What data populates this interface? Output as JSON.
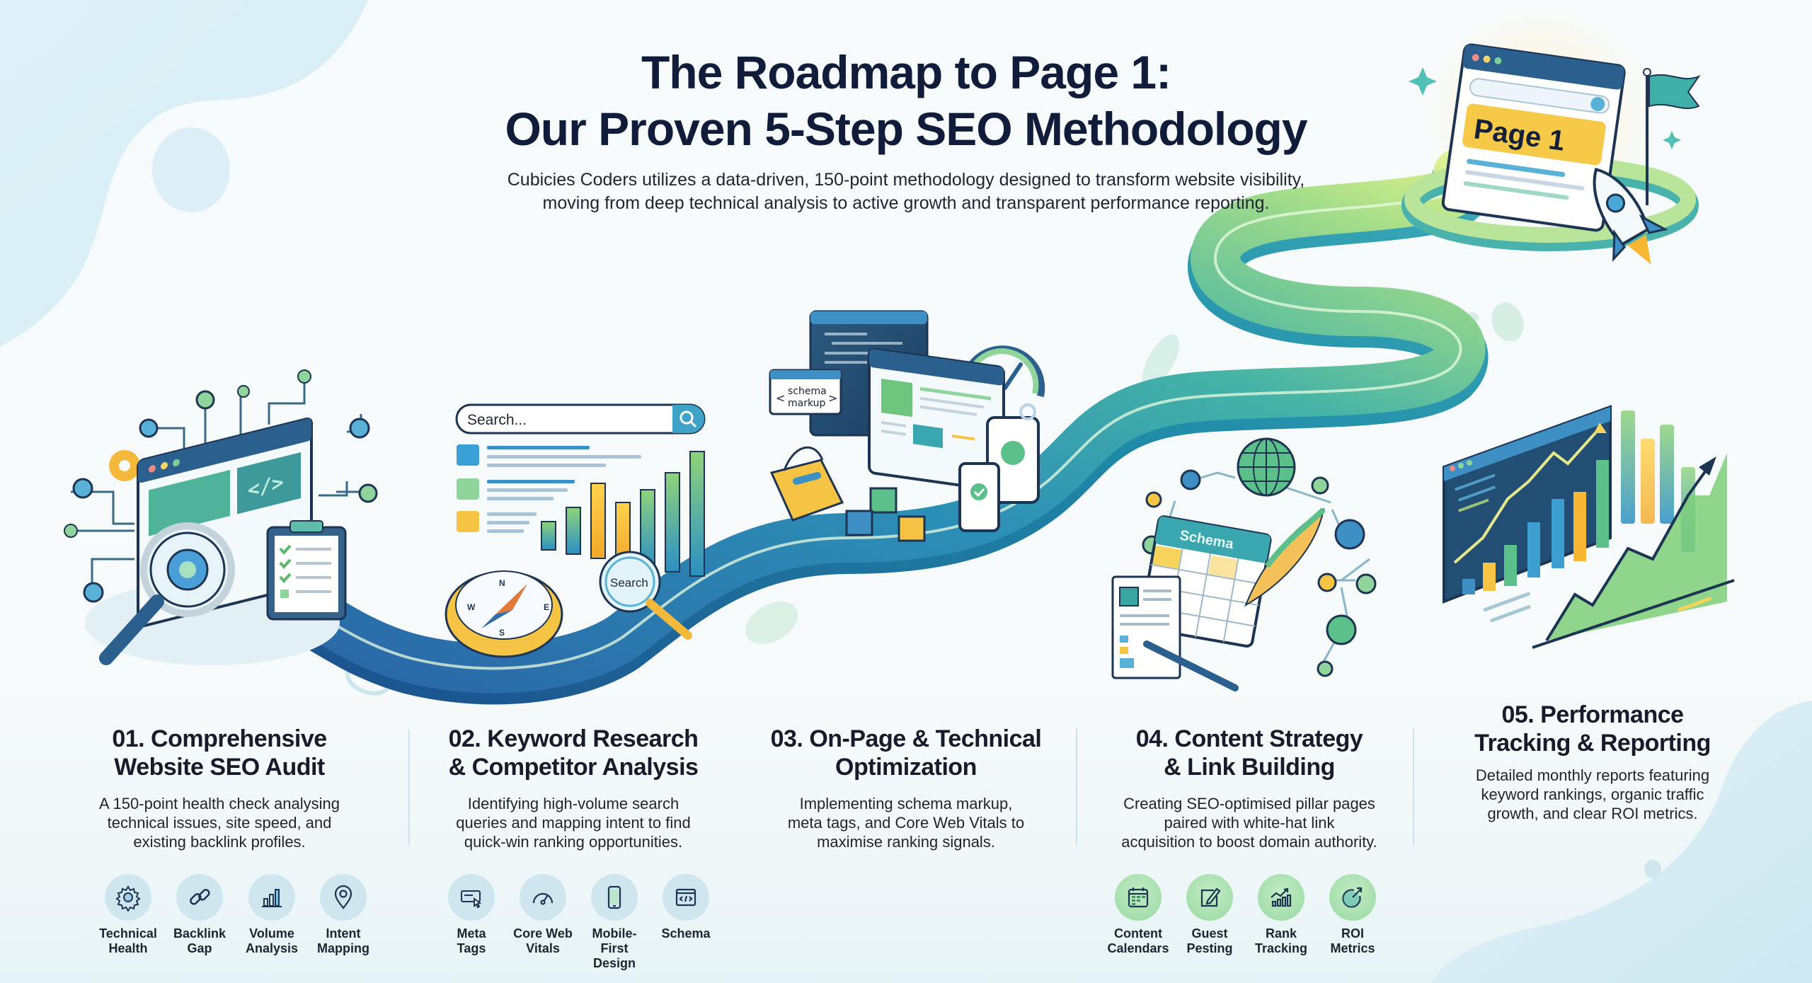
{
  "header": {
    "title_line1": "The Roadmap to Page 1:",
    "title_line2": "Our Proven 5-Step SEO Methodology",
    "subtitle_line1": "Cubicies Coders utilizes a data-driven, 150-point methodology designed to transform website visibility,",
    "subtitle_line2": "moving from deep technical analysis to active growth and transparent performance reporting."
  },
  "illustrations": {
    "search_bar_placeholder": "Search...",
    "magnifier_label": "Search",
    "schema_card_line1": "schema",
    "schema_card_line2": "markup",
    "calendar_label": "Schema",
    "page1_badge": "Page 1",
    "compass_letters": [
      "N",
      "E",
      "S",
      "W"
    ]
  },
  "steps": [
    {
      "number": "01.",
      "title_line1": "01. Comprehensive",
      "title_line2": "Website SEO Audit",
      "desc_line1": "A 150-point health check analysing",
      "desc_line2": "technical issues, site speed, and",
      "desc_line3": "existing backlink profiles."
    },
    {
      "number": "02.",
      "title_line1": "02. Keyword Research",
      "title_line2": "& Competitor Analysis",
      "desc_line1": "Identifying high-volume search",
      "desc_line2": "queries and mapping intent to find",
      "desc_line3": "quick-win ranking opportunities."
    },
    {
      "number": "03.",
      "title_line1": "03. On-Page & Technical",
      "title_line2": "Optimization",
      "desc_line1": "Implementing schema markup,",
      "desc_line2": "meta tags, and Core Web Vitals to",
      "desc_line3": "maximise ranking signals."
    },
    {
      "number": "04.",
      "title_line1": "04. Content Strategy",
      "title_line2": "& Link Building",
      "desc_line1": "Creating SEO-optimised pillar pages",
      "desc_line2": "paired with white-hat link",
      "desc_line3": "acquisition to boost domain authority."
    },
    {
      "number": "05.",
      "title_line1": "05. Performance",
      "title_line2": "Tracking & Reporting",
      "desc_line1": "Detailed monthly reports featuring",
      "desc_line2": "keyword rankings, organic traffic",
      "desc_line3": "growth, and clear ROI metrics."
    }
  ],
  "chips": [
    {
      "icon": "gear-icon",
      "line1": "Technical",
      "line2": "Health",
      "tone": "blue"
    },
    {
      "icon": "link-icon",
      "line1": "Backlink",
      "line2": "Gap",
      "tone": "blue"
    },
    {
      "icon": "bar-chart-icon",
      "line1": "Volume",
      "line2": "Analysis",
      "tone": "blue"
    },
    {
      "icon": "map-pin-icon",
      "line1": "Intent",
      "line2": "Mapping",
      "tone": "blue"
    },
    {
      "icon": "meta-tag-icon",
      "line1": "Meta",
      "line2": "Tags",
      "tone": "blue"
    },
    {
      "icon": "speedometer-icon",
      "line1": "Core Web",
      "line2": "Vitals",
      "tone": "blue"
    },
    {
      "icon": "mobile-icon",
      "line1": "Mobile-First",
      "line2": "Design",
      "tone": "blue"
    },
    {
      "icon": "code-window-icon",
      "line1": "Schema",
      "line2": "",
      "tone": "blue"
    },
    {
      "icon": "calendar-icon",
      "line1": "Content",
      "line2": "Calendars",
      "tone": "green"
    },
    {
      "icon": "edit-icon",
      "line1": "Guest",
      "line2": "Pesting",
      "tone": "green"
    },
    {
      "icon": "trend-up-icon",
      "line1": "Rank",
      "line2": "Tracking",
      "tone": "green"
    },
    {
      "icon": "roi-target-icon",
      "line1": "ROI",
      "line2": "Metrics",
      "tone": "green"
    }
  ],
  "colors": {
    "navy": "#101c3a",
    "road_blue": "#2a6ea8",
    "road_teal": "#3aa6b0",
    "road_green": "#9fdb8a",
    "accent_yellow": "#f4c23a",
    "accent_green": "#5cc08a",
    "chip_blue": "#cfe6ef",
    "chip_green": "#a8e0ae"
  }
}
